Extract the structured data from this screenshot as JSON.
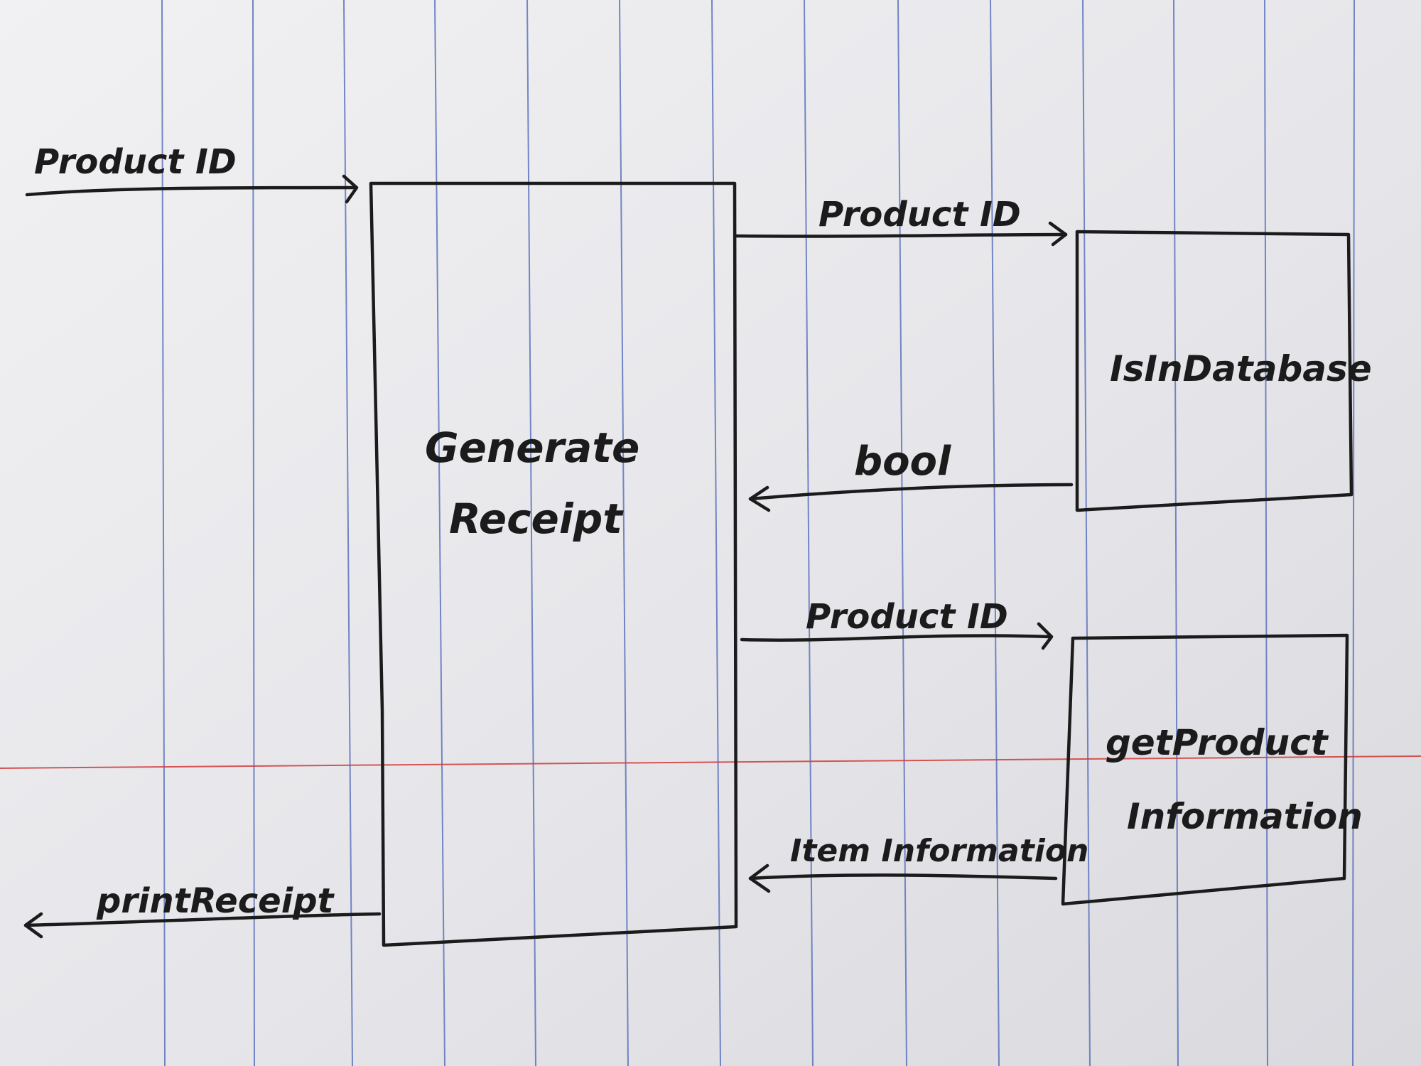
{
  "diagram": {
    "nodes": {
      "generate_receipt": {
        "line1": "Generate",
        "line2": "Receipt"
      },
      "is_in_database": {
        "line1": "IsInDatabase"
      },
      "get_product_information": {
        "line1": "getProduct",
        "line2": "Information"
      }
    },
    "messages": {
      "input_product_id": "Product ID",
      "to_db_product_id": "Product ID",
      "db_return_bool": "bool",
      "to_info_product_id": "Product ID",
      "info_return_item_information": "Item Information",
      "output_print_receipt": "printReceipt"
    }
  },
  "colors": {
    "paper": "#e9e9ec",
    "rule_lines": "#4a63b8",
    "margin_line": "#d23a3a",
    "ink": "#1b1b1b"
  }
}
